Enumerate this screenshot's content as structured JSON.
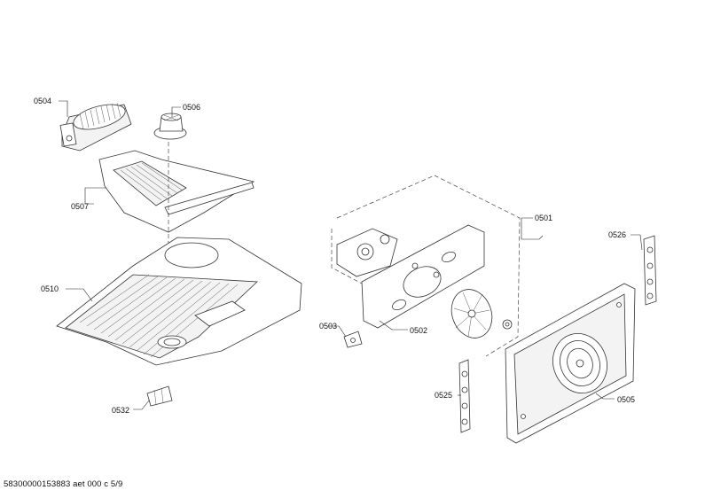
{
  "callouts": {
    "p0504": "0504",
    "p0506": "0506",
    "p0507": "0507",
    "p0510": "0510",
    "p0532": "0532",
    "p0501": "0501",
    "p0526": "0526",
    "p0503": "0503",
    "p0502": "0502",
    "p0525": "0525",
    "p0505": "0505"
  },
  "footer": {
    "document_id": "58300000153883 aet 000 c 5/9"
  }
}
